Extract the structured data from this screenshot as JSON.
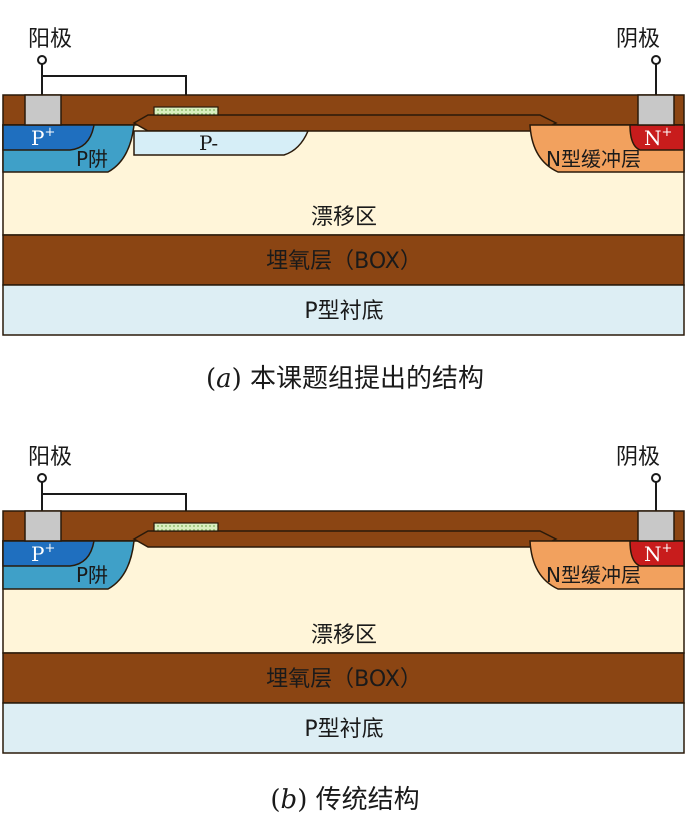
{
  "figures": [
    {
      "id": "a",
      "anode": "阳极",
      "cathode": "阴极",
      "p_plus": "P",
      "p_plus_sup": "+",
      "p_well": "P阱",
      "p_minus": "P-",
      "n_buffer": "N型缓冲层",
      "n_plus": "N",
      "n_plus_sup": "+",
      "drift": "漂移区",
      "box": "埋氧层（BOX）",
      "substrate": "P型衬底",
      "caption_letter": "a",
      "caption_text": "本课题组提出的结构"
    },
    {
      "id": "b",
      "anode": "阳极",
      "cathode": "阴极",
      "p_plus": "P",
      "p_plus_sup": "+",
      "p_well": "P阱",
      "n_buffer": "N型缓冲层",
      "n_plus": "N",
      "n_plus_sup": "+",
      "drift": "漂移区",
      "box": "埋氧层（BOX）",
      "substrate": "P型衬底",
      "caption_letter": "b",
      "caption_text": "传统结构"
    }
  ],
  "colors": {
    "oxide": "#8B4513",
    "drift": "#FFF5D9",
    "substrate": "#DDEEF4",
    "p_plus": "#1F6FBF",
    "p_well": "#3FA0C8",
    "p_minus": "#D6EEF7",
    "n_buffer": "#F2A15E",
    "n_plus": "#C81C1C",
    "contact": "#C8C8C8",
    "field_plate": "#C8E6A0"
  }
}
